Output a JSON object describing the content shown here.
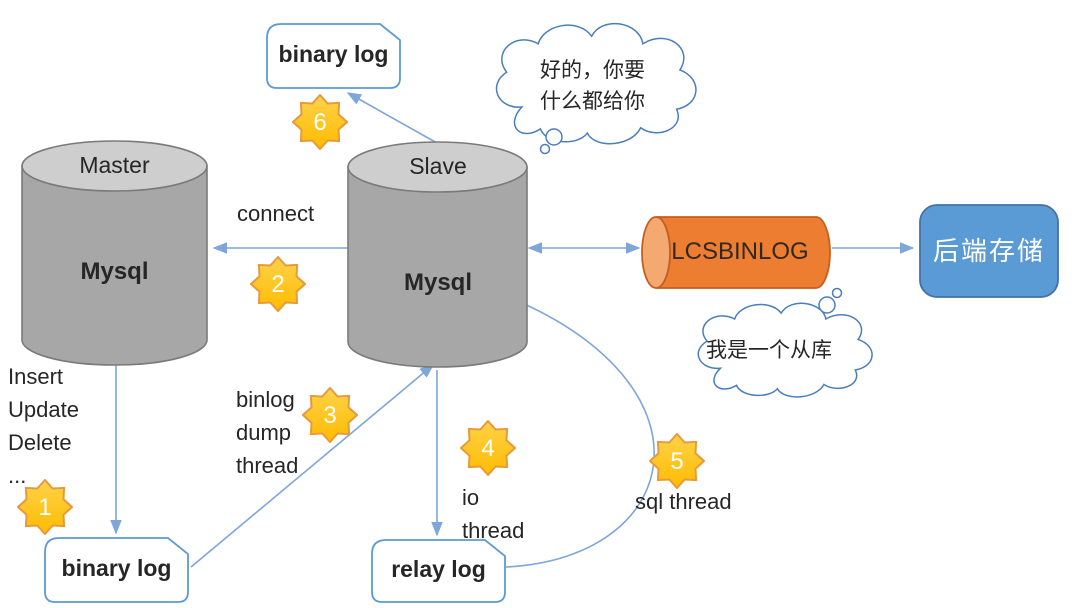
{
  "diagram": {
    "master": {
      "title": "Master",
      "db": "Mysql"
    },
    "slave": {
      "title": "Slave",
      "db": "Mysql"
    },
    "binary_log_top": "binary log",
    "binary_log_bottom": "binary log",
    "relay_log": "relay log",
    "lcsbinlog": "LCSBINLOG",
    "backend": "后端存储",
    "cloud_reply": [
      "好的，你要",
      "什么都给你"
    ],
    "cloud_intro": "我是一个从库",
    "connect": "connect",
    "operations": [
      "Insert",
      "Update",
      "Delete",
      "..."
    ],
    "binlog_dump": [
      "binlog",
      "dump",
      "thread"
    ],
    "io_thread": [
      "io",
      "thread"
    ],
    "sql_thread": "sql thread",
    "badges": [
      {
        "number": "1"
      },
      {
        "number": "2"
      },
      {
        "number": "3"
      },
      {
        "number": "4"
      },
      {
        "number": "5"
      },
      {
        "number": "6"
      }
    ]
  },
  "colors": {
    "connector": "#7EA6D8",
    "cylinder_body": "#A7A7A7",
    "cylinder_top": "#CFCECE",
    "cylinder_stroke": "#7A7A7A",
    "badge_fill_top": "#FFD24A",
    "badge_fill_bottom": "#FFBC00",
    "badge_stroke": "#E79A3C",
    "log_box_stroke": "#5B9BD5",
    "lcs_body": "#ED7D31",
    "lcs_cap": "#F3A96F",
    "lcs_stroke": "#C55F21",
    "backend_fill": "#5B9BD5",
    "backend_stroke": "#4472A4",
    "cloud_stroke": "#4A7EBB",
    "text": "#262626"
  }
}
